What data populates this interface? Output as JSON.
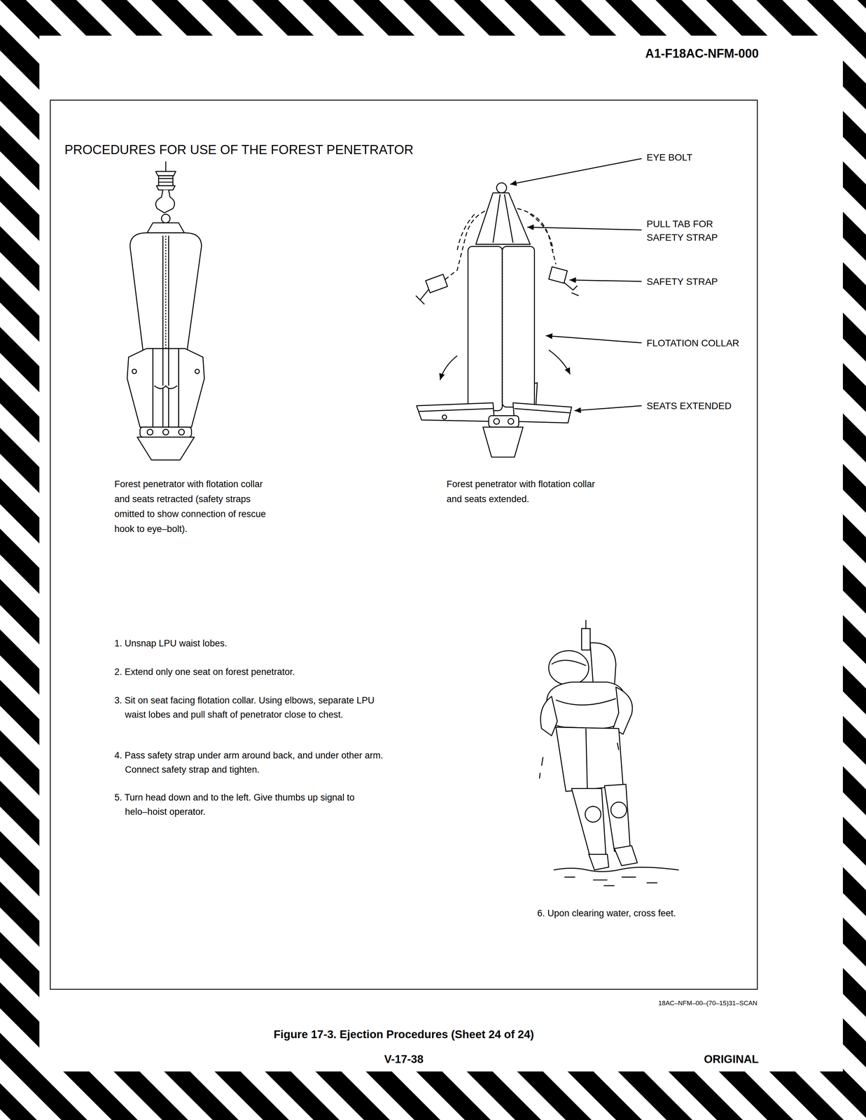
{
  "diagram": {
    "title": "PROCEDURES FOR USE OF THE FOREST PENETRATOR",
    "caption": "Figure 17-3. Ejection Procedures (Sheet 24 of 24)",
    "labels": [
      "A1-F18AC-NFM-000",
      "EYE BOLT",
      "PULL TAB FOR SAFETY STRAP",
      "SAFETY STRAP",
      "FLOTATION COLLAR",
      "SEATS EXTENDED",
      "Forest penetrator with flotation collar and seats retracted (safety straps omitted to show connection of rescue hook to eye–bolt).",
      "Forest penetrator with flotation collar and seats extended.",
      "1. Unsnap LPU waist lobes.",
      "2. Extend only one seat on forest penetrator.",
      "3. Sit on seat facing flotation collar. Using elbows, separate LPU waist lobes and pull shaft of penetrator close to chest.",
      "4. Pass safety strap under arm around back, and under other arm. Connect safety strap and tighten.",
      "5. Turn head down and to the left. Give thumbs up signal to helo–hoist operator.",
      "6. Upon clearing water, cross feet.",
      "18AC–NFM–00–(70–15)31–SCAN",
      "V-17-38",
      "ORIGINAL"
    ]
  }
}
